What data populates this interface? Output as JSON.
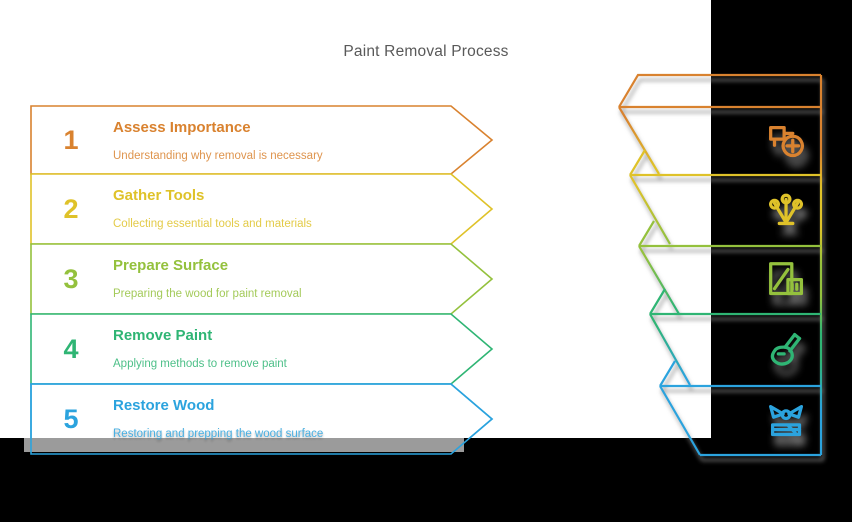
{
  "title": "Paint Removal Process",
  "colors": {
    "background": "#ffffff",
    "panel": "#000000",
    "shadow": "#9b9b9b",
    "title_text": "#595959"
  },
  "steps": [
    {
      "number": "1",
      "title": "Assess Importance",
      "description": "Understanding why removal is necessary",
      "color": "#D9822F",
      "icon": "inspect-icon"
    },
    {
      "number": "2",
      "title": "Gather Tools",
      "description": "Collecting essential tools and materials",
      "color": "#DFC229",
      "icon": "tools-icon"
    },
    {
      "number": "3",
      "title": "Prepare Surface",
      "description": "Preparing the wood for paint removal",
      "color": "#94C13D",
      "icon": "sanding-icon"
    },
    {
      "number": "4",
      "title": "Remove Paint",
      "description": "Applying methods to remove paint",
      "color": "#2FB574",
      "icon": "scraper-icon"
    },
    {
      "number": "5",
      "title": "Restore Wood",
      "description": "Restoring and prepping the wood surface",
      "color": "#2BA3DE",
      "icon": "polish-icon"
    }
  ]
}
